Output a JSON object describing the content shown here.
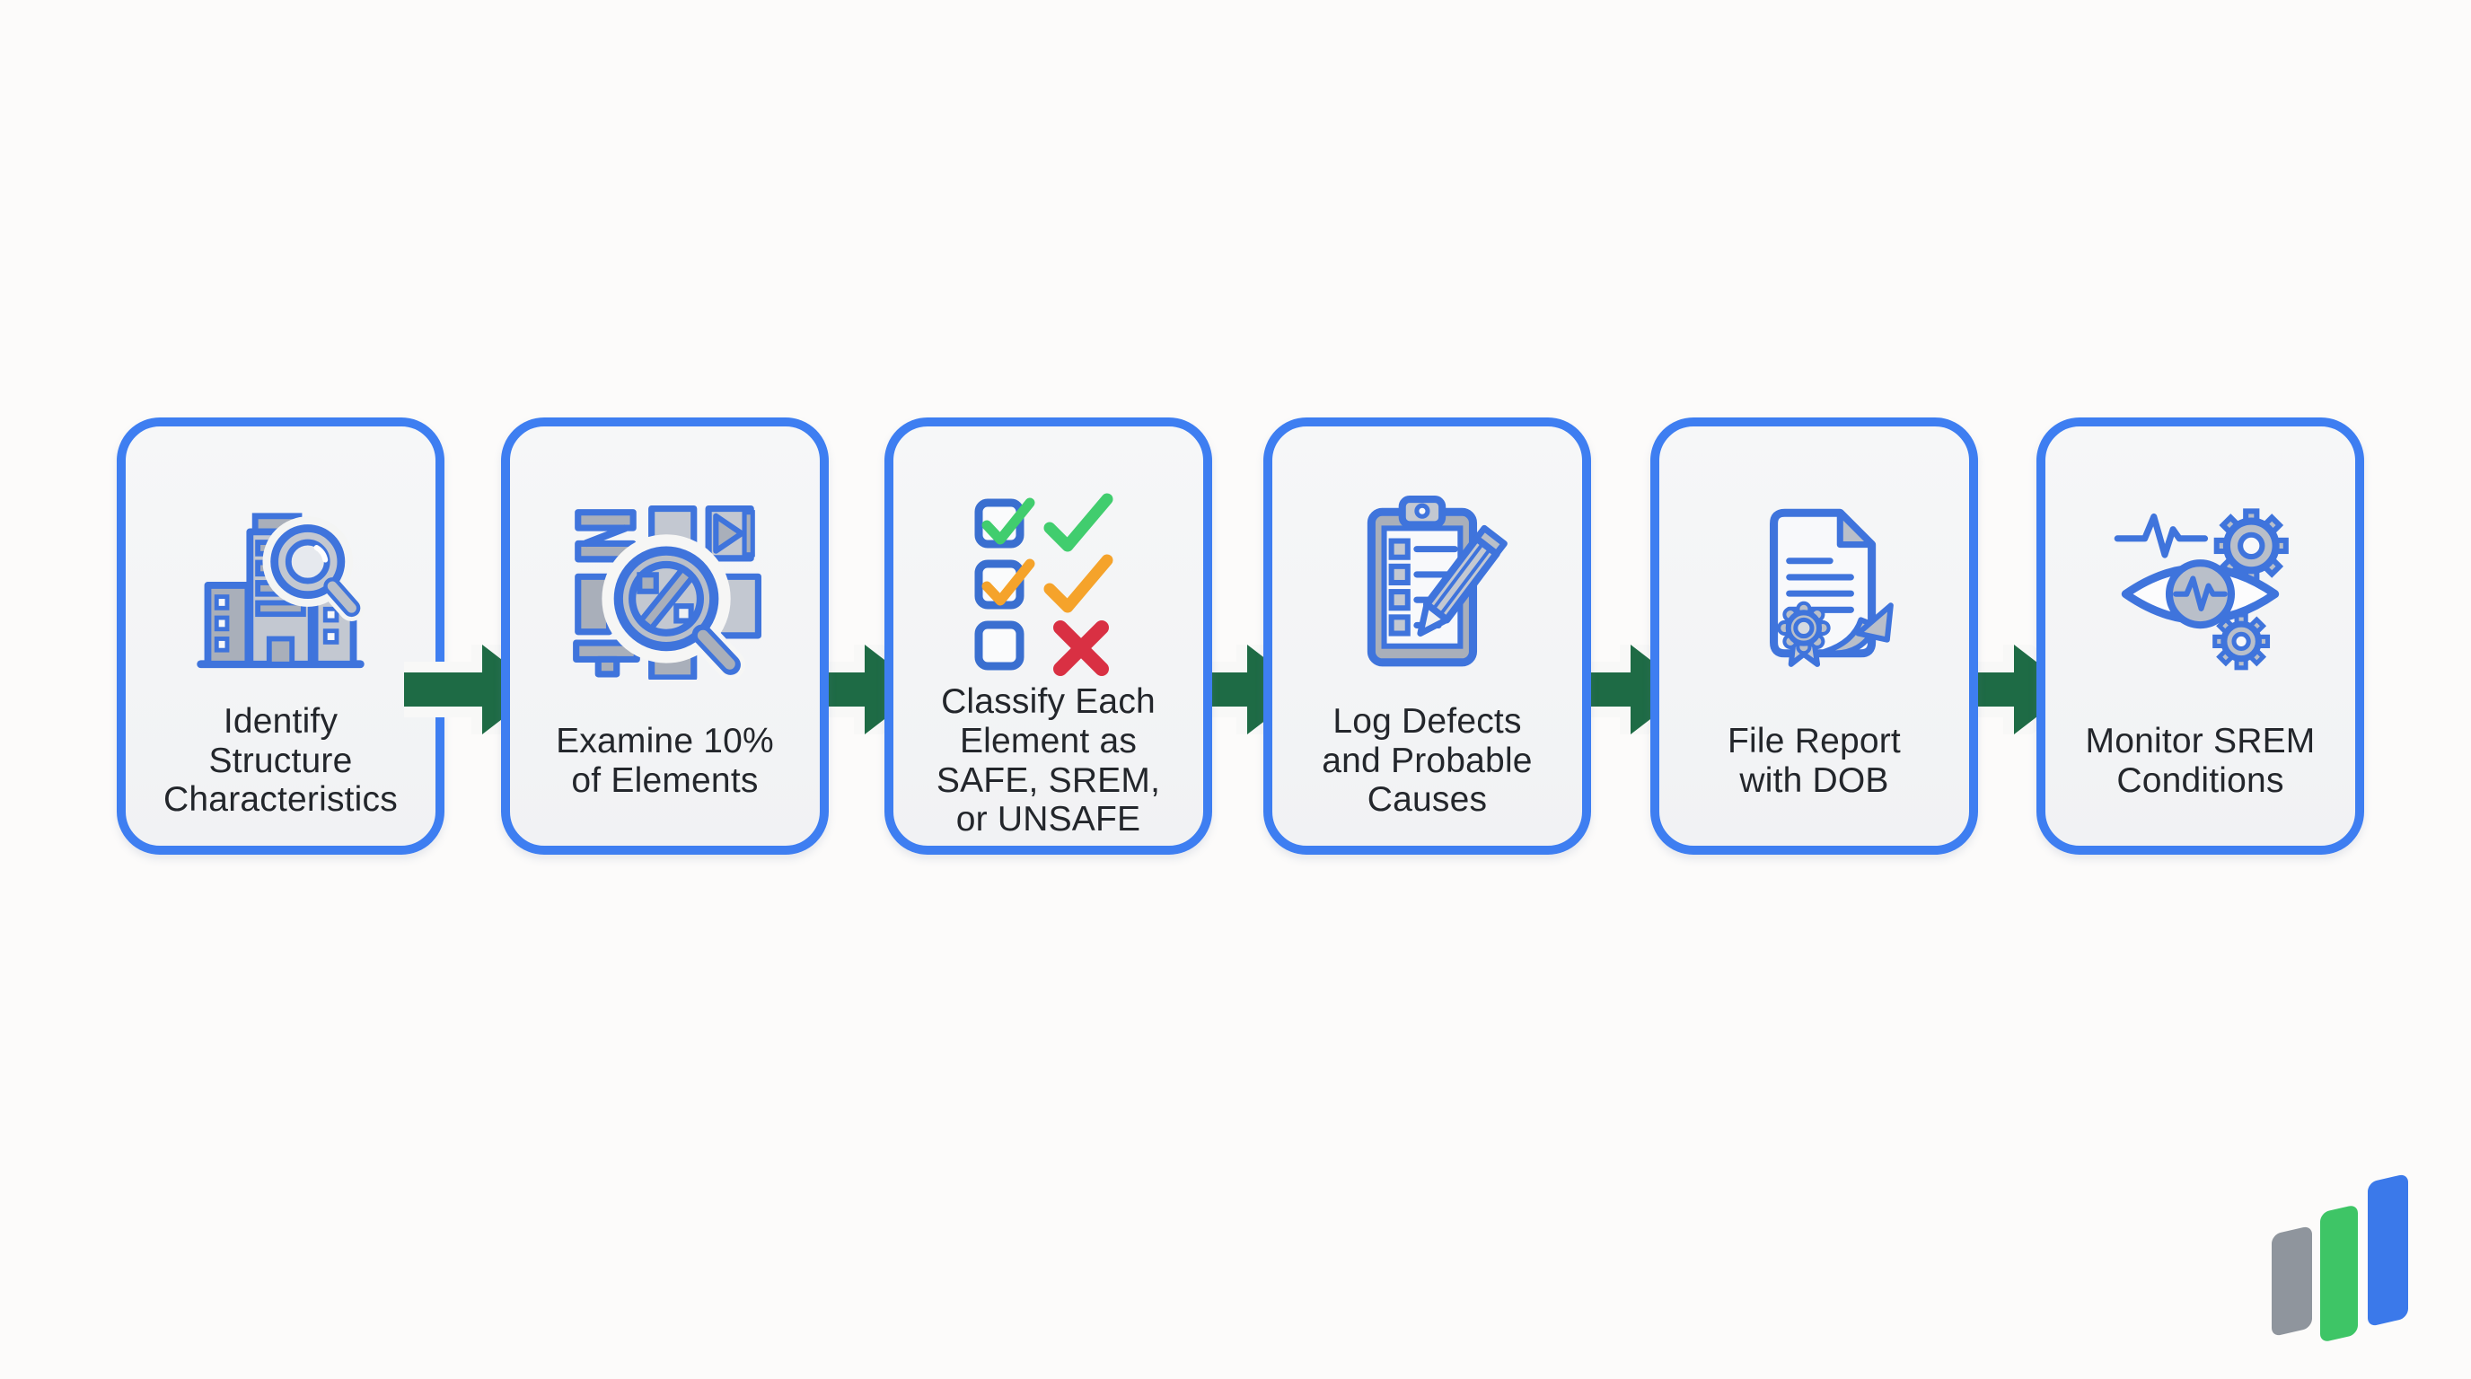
{
  "diagram": {
    "type": "flowchart",
    "direction": "left-to-right",
    "steps": [
      {
        "label_lines": [
          "Identify",
          "Structure",
          "Characteristics"
        ],
        "icon": "building-search-icon"
      },
      {
        "label_lines": [
          "Examine 10%",
          "of Elements"
        ],
        "icon": "elements-grid-search-icon"
      },
      {
        "label_lines": [
          "Classify Each",
          "Element as",
          "SAFE, SREM,",
          "or UNSAFE"
        ],
        "icon": "classification-checklist-icon"
      },
      {
        "label_lines": [
          "Log Defects",
          "and Probable",
          "Causes"
        ],
        "icon": "clipboard-pencil-icon"
      },
      {
        "label_lines": [
          "File Report",
          "with DOB"
        ],
        "icon": "report-certificate-icon"
      },
      {
        "label_lines": [
          "Monitor SREM",
          "Conditions"
        ],
        "icon": "eye-monitoring-gears-icon"
      }
    ],
    "connectors": {
      "shape": "arrow-right",
      "count": 5
    }
  },
  "colors": {
    "background": "#fcfbfa",
    "box_fill": "#f3f4f6",
    "box_border": "#3e7ef1",
    "arrow_green": "#1e6b45",
    "icon_outline": "#3f74dc",
    "icon_gray_dark": "#a9afba",
    "icon_gray_light": "#c3c8d1",
    "check_green": "#41cd6e",
    "check_amber": "#f5a32b",
    "cross_red": "#d93043",
    "text": "#23262b",
    "logo_gray": "#8f959d",
    "logo_green": "#3ec566",
    "logo_blue": "#3b79ea"
  },
  "logo": {
    "name": "bar-chart-logo",
    "bars": [
      "gray",
      "green",
      "blue"
    ]
  }
}
